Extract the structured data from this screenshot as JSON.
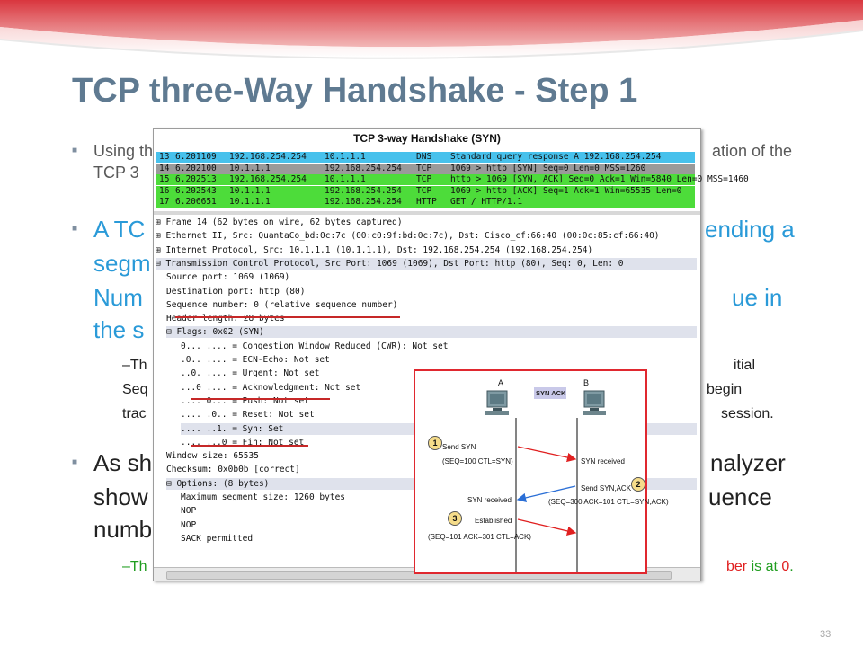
{
  "slide": {
    "title": "TCP three-Way Handshake - Step 1",
    "bullet1": {
      "line1_start": "Using the Wireshark",
      "line1_end": "ation of the",
      "line2": "TCP 3"
    },
    "bullet2": {
      "line1_start": "A TC",
      "line1_end": "ending a",
      "line2": "segm",
      "line3_start": "Num",
      "line3_end": "ue in",
      "line4": "the s"
    },
    "sub1": {
      "line1_start": "–Th",
      "line1_end": "itial",
      "line2_start": "Seq",
      "line2_end": "begin",
      "line3_start": "trac",
      "line3_end": "session."
    },
    "bullet3": {
      "line1_start": "As sh",
      "line1_end": "nalyzer",
      "line2_start": "show",
      "line2_end": "uence",
      "line3": "numb"
    },
    "sub2": {
      "start": "–Th",
      "end_red1": "ber",
      "end_mid": " is at ",
      "end_red2": "0",
      "end_dot": "."
    },
    "page_number": "33",
    "colors": {
      "title": "#5f7a91",
      "bullet_blue": "#2a9ad8",
      "banner": "#d9363e",
      "packet_cyan": "#47c1ec",
      "packet_green": "#4ddc3a",
      "tree_highlight": "#dfe2ec",
      "annotation_red": "#c62828"
    }
  },
  "wireshark": {
    "title": "TCP 3-way Handshake (SYN)",
    "packets": [
      {
        "no": "13",
        "time": "6.201109",
        "src": "192.168.254.254",
        "dst": "10.1.1.1",
        "proto": "DNS",
        "info": "Standard query response A 192.168.254.254",
        "color": "#47c1ec"
      },
      {
        "no": "14",
        "time": "6.202100",
        "src": "10.1.1.1",
        "dst": "192.168.254.254",
        "proto": "TCP",
        "info": "1069 > http [SYN] Seq=0 Len=0 MSS=1260",
        "color": "#9a9a9a"
      },
      {
        "no": "15",
        "time": "6.202513",
        "src": "192.168.254.254",
        "dst": "10.1.1.1",
        "proto": "TCP",
        "info": "http > 1069 [SYN, ACK] Seq=0 Ack=1 Win=5840 Len=0 MSS=1460",
        "color": "#4ddc3a"
      },
      {
        "no": "16",
        "time": "6.202543",
        "src": "10.1.1.1",
        "dst": "192.168.254.254",
        "proto": "TCP",
        "info": "1069 > http [ACK] Seq=1 Ack=1 Win=65535 Len=0",
        "color": "#4ddc3a"
      },
      {
        "no": "17",
        "time": "6.206651",
        "src": "10.1.1.1",
        "dst": "192.168.254.254",
        "proto": "HTTP",
        "info": "GET / HTTP/1.1",
        "color": "#4ddc3a"
      }
    ],
    "tree": [
      {
        "text": "Frame 14 (62 bytes on wire, 62 bytes captured)",
        "indent": 0,
        "toggle": "+",
        "hl": false
      },
      {
        "text": "Ethernet II, Src: QuantaCo_bd:0c:7c (00:c0:9f:bd:0c:7c), Dst: Cisco_cf:66:40 (00:0c:85:cf:66:40)",
        "indent": 0,
        "toggle": "+",
        "hl": false
      },
      {
        "text": "Internet Protocol, Src: 10.1.1.1 (10.1.1.1), Dst: 192.168.254.254 (192.168.254.254)",
        "indent": 0,
        "toggle": "+",
        "hl": false
      },
      {
        "text": "Transmission Control Protocol, Src Port: 1069 (1069), Dst Port: http (80), Seq: 0, Len: 0",
        "indent": 0,
        "toggle": "−",
        "hl": true
      },
      {
        "text": "Source port: 1069 (1069)",
        "indent": 1,
        "toggle": "",
        "hl": false
      },
      {
        "text": "Destination port: http (80)",
        "indent": 1,
        "toggle": "",
        "hl": false
      },
      {
        "text": "Sequence number: 0    (relative sequence number)",
        "indent": 1,
        "toggle": "",
        "hl": false
      },
      {
        "text": "Header length: 28 bytes",
        "indent": 1,
        "toggle": "",
        "hl": false
      },
      {
        "text": "Flags: 0x02 (SYN)",
        "indent": 1,
        "toggle": "−",
        "hl": true
      },
      {
        "text": "0... .... = Congestion Window Reduced (CWR): Not set",
        "indent": 2,
        "toggle": "",
        "hl": false
      },
      {
        "text": ".0.. .... = ECN-Echo: Not set",
        "indent": 2,
        "toggle": "",
        "hl": false
      },
      {
        "text": "..0. .... = Urgent: Not set",
        "indent": 2,
        "toggle": "",
        "hl": false
      },
      {
        "text": "...0 .... = Acknowledgment: Not set",
        "indent": 2,
        "toggle": "",
        "hl": false
      },
      {
        "text": ".... 0... = Push: Not set",
        "indent": 2,
        "toggle": "",
        "hl": false
      },
      {
        "text": ".... .0.. = Reset: Not set",
        "indent": 2,
        "toggle": "",
        "hl": false
      },
      {
        "text": ".... ..1. = Syn: Set",
        "indent": 2,
        "toggle": "",
        "hl": true
      },
      {
        "text": ".... ...0 = Fin: Not set",
        "indent": 2,
        "toggle": "",
        "hl": false
      },
      {
        "text": "Window size: 65535",
        "indent": 1,
        "toggle": "",
        "hl": false
      },
      {
        "text": "Checksum: 0x0b0b [correct]",
        "indent": 1,
        "toggle": "",
        "hl": false
      },
      {
        "text": "Options: (8 bytes)",
        "indent": 1,
        "toggle": "−",
        "hl": true
      },
      {
        "text": "Maximum segment size: 1260 bytes",
        "indent": 2,
        "toggle": "",
        "hl": false
      },
      {
        "text": "NOP",
        "indent": 2,
        "toggle": "",
        "hl": false
      },
      {
        "text": "NOP",
        "indent": 2,
        "toggle": "",
        "hl": false
      },
      {
        "text": "SACK permitted",
        "indent": 2,
        "toggle": "",
        "hl": false
      }
    ]
  },
  "diagram": {
    "host_a": "A",
    "host_b": "B",
    "badge": "SYN ACK",
    "step1_num": "1",
    "step1_line1": "Send SYN",
    "step1_line2": "(SEQ=100 CTL=SYN)",
    "syn_received": "SYN received",
    "step2_num": "2",
    "step2_line1": "Send SYN,ACK",
    "step2_line2": "(SEQ=300 ACK=101 CTL=SYN,ACK)",
    "syn_received_a": "SYN received",
    "step3_num": "3",
    "established": "Established",
    "step3_line2": "(SEQ=101 ACK=301 CTL=ACK)"
  }
}
